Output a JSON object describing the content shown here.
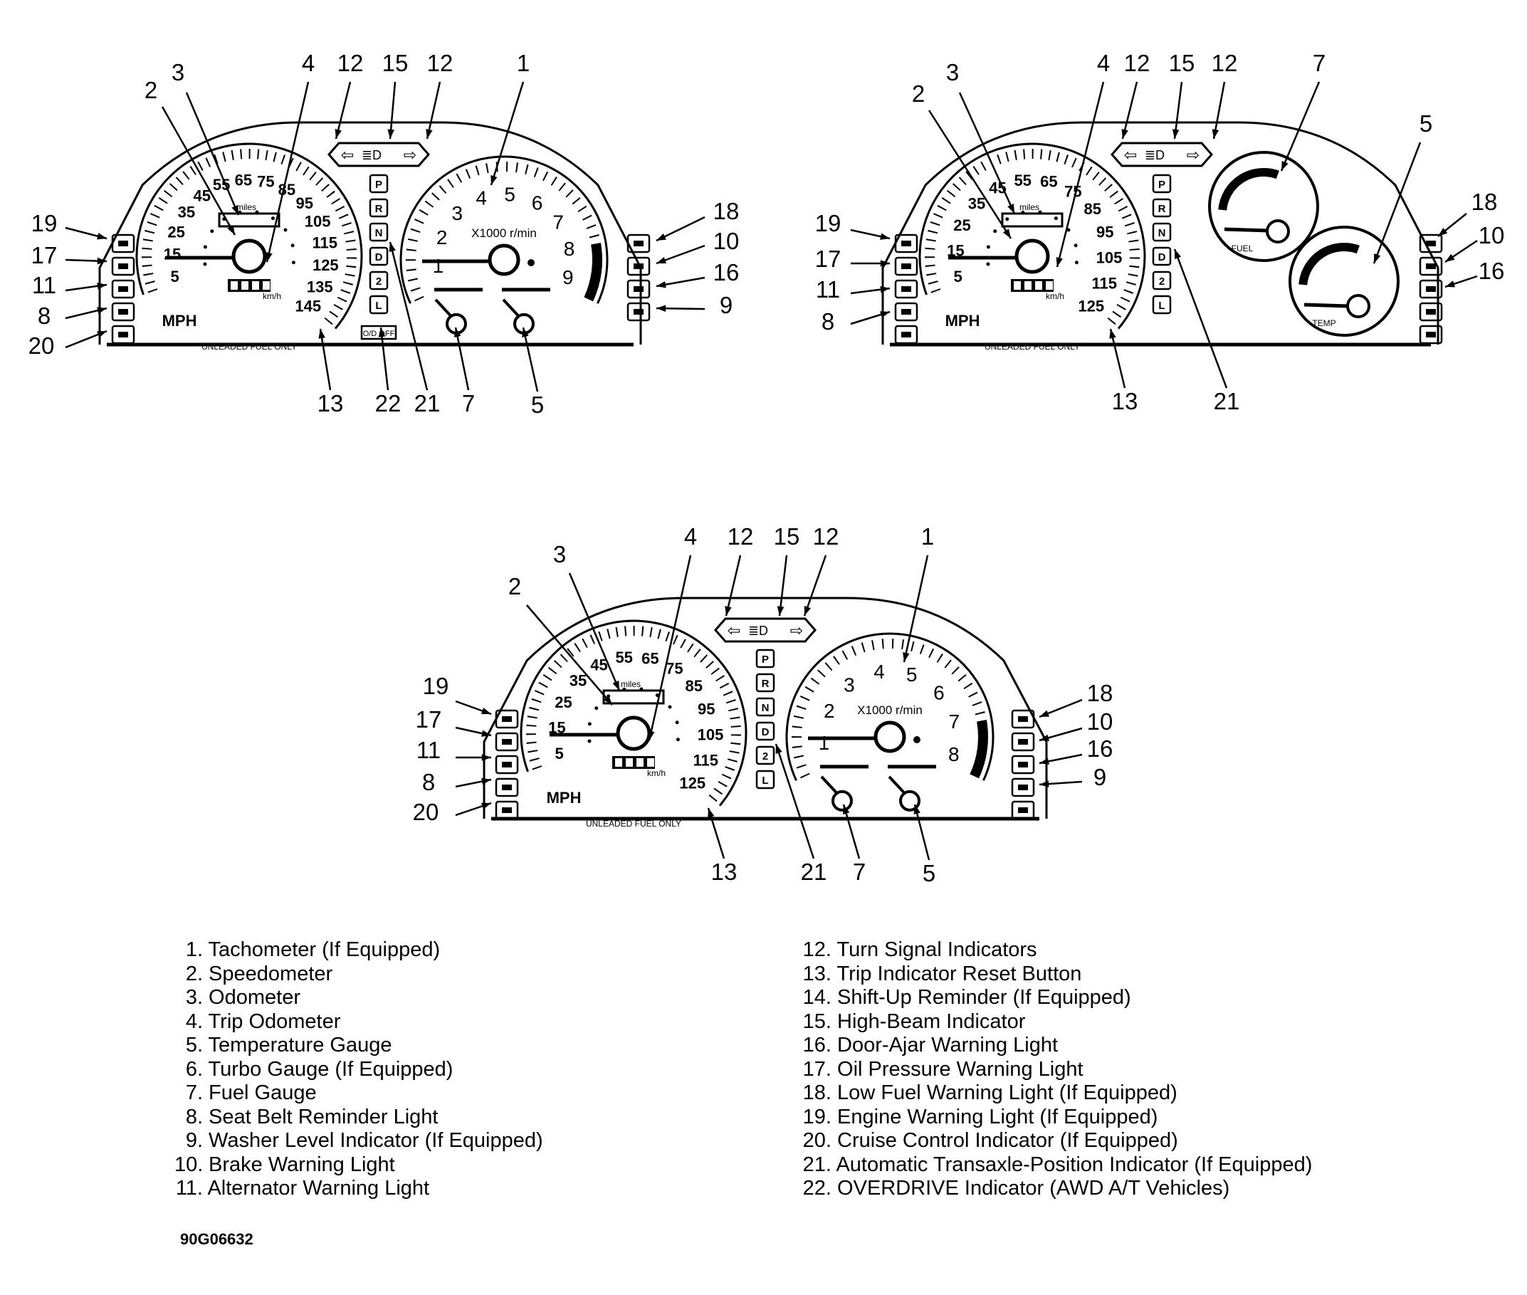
{
  "figure_id": "90G06632",
  "legend_left": [
    {
      "num": "1.",
      "text": "Tachometer (If Equipped)"
    },
    {
      "num": "2.",
      "text": "Speedometer"
    },
    {
      "num": "3.",
      "text": "Odometer"
    },
    {
      "num": "4.",
      "text": "Trip Odometer"
    },
    {
      "num": "5.",
      "text": "Temperature Gauge"
    },
    {
      "num": "6.",
      "text": "Turbo Gauge (If Equipped)"
    },
    {
      "num": "7.",
      "text": "Fuel Gauge"
    },
    {
      "num": "8.",
      "text": "Seat Belt Reminder Light"
    },
    {
      "num": "9.",
      "text": "Washer Level Indicator (If Equipped)"
    },
    {
      "num": "10.",
      "text": "Brake Warning Light"
    },
    {
      "num": "11.",
      "text": "Alternator Warning Light"
    }
  ],
  "legend_right": [
    {
      "num": "12.",
      "text": "Turn Signal Indicators"
    },
    {
      "num": "13.",
      "text": "Trip Indicator Reset Button"
    },
    {
      "num": "14.",
      "text": "Shift-Up Reminder (If Equipped)"
    },
    {
      "num": "15.",
      "text": "High-Beam Indicator"
    },
    {
      "num": "16.",
      "text": "Door-Ajar Warning Light"
    },
    {
      "num": "17.",
      "text": "Oil Pressure Warning Light"
    },
    {
      "num": "18.",
      "text": "Low Fuel Warning Light (If Equipped)"
    },
    {
      "num": "19.",
      "text": "Engine Warning Light (If Equipped)"
    },
    {
      "num": "20.",
      "text": "Cruise Control Indicator (If Equipped)"
    },
    {
      "num": "21.",
      "text": "Automatic Transaxle-Position Indicator (If Equipped)"
    },
    {
      "num": "22.",
      "text": "OVERDRIVE Indicator (AWD A/T Vehicles)"
    }
  ],
  "panel_text": {
    "mph": "MPH",
    "unleaded": "UNLEADED FUEL ONLY",
    "rpm": "X1000 r/min",
    "miles": "miles",
    "kmh": "km/h",
    "od_off": "O/D OFF",
    "fuel": "FUEL",
    "temp": "TEMP",
    "gear_letters": [
      "P",
      "R",
      "N",
      "D",
      "2",
      "L"
    ],
    "tach_numbers": [
      "1",
      "2",
      "3",
      "4",
      "5",
      "6",
      "7",
      "8",
      "9"
    ]
  },
  "panels": [
    {
      "name": "panel-top-left",
      "speed_outer": [
        "5",
        "15",
        "25",
        "35",
        "45",
        "55",
        "65",
        "75",
        "85",
        "95",
        "105",
        "115",
        "125",
        "135",
        "145"
      ],
      "callouts": [
        "1",
        "2",
        "3",
        "4",
        "5",
        "7",
        "8",
        "9",
        "10",
        "11",
        "12",
        "12",
        "13",
        "15",
        "16",
        "17",
        "18",
        "19",
        "20",
        "21",
        "22"
      ]
    },
    {
      "name": "panel-top-right",
      "speed_outer": [
        "5",
        "15",
        "25",
        "35",
        "45",
        "55",
        "65",
        "75",
        "85",
        "95",
        "105",
        "115",
        "125"
      ],
      "callouts": [
        "2",
        "3",
        "4",
        "5",
        "7",
        "8",
        "10",
        "11",
        "12",
        "12",
        "13",
        "15",
        "16",
        "17",
        "18",
        "19",
        "21"
      ]
    },
    {
      "name": "panel-bottom",
      "speed_outer": [
        "5",
        "15",
        "25",
        "35",
        "45",
        "55",
        "65",
        "75",
        "85",
        "95",
        "105",
        "115",
        "125"
      ],
      "callouts": [
        "1",
        "2",
        "3",
        "4",
        "5",
        "7",
        "8",
        "9",
        "10",
        "11",
        "12",
        "12",
        "13",
        "15",
        "16",
        "17",
        "18",
        "19",
        "20",
        "21"
      ]
    }
  ]
}
